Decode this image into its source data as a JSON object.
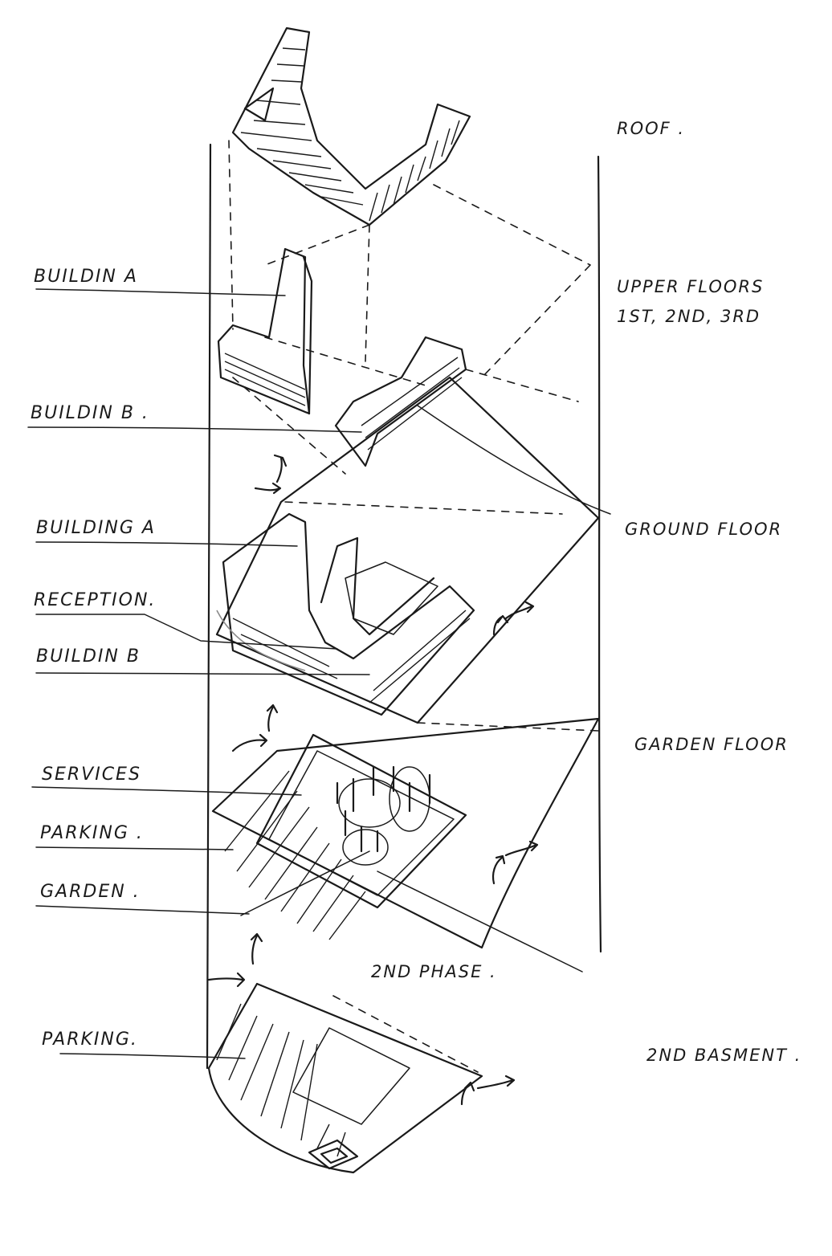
{
  "labels": {
    "left": {
      "building_a_upper": "BUILDIN A",
      "building_b_upper": "BUILDIN B .",
      "building_a_ground": "BUILDING A",
      "reception": "RECEPTION.",
      "building_b_ground": "BUILDIN B",
      "services": "SERVICES",
      "parking_garden": "PARKING .",
      "garden": "GARDEN .",
      "parking_basement": "PARKING."
    },
    "right": {
      "roof": "ROOF .",
      "upper_floors_line1": "UPPER FLOORS",
      "upper_floors_line2": "1ST, 2ND, 3RD",
      "ground_floor": "GROUND FLOOR",
      "garden_floor": "GARDEN FLOOR",
      "second_basement": "2ND BASMENT ."
    },
    "center": {
      "second_phase": "2ND PHASE ."
    }
  }
}
